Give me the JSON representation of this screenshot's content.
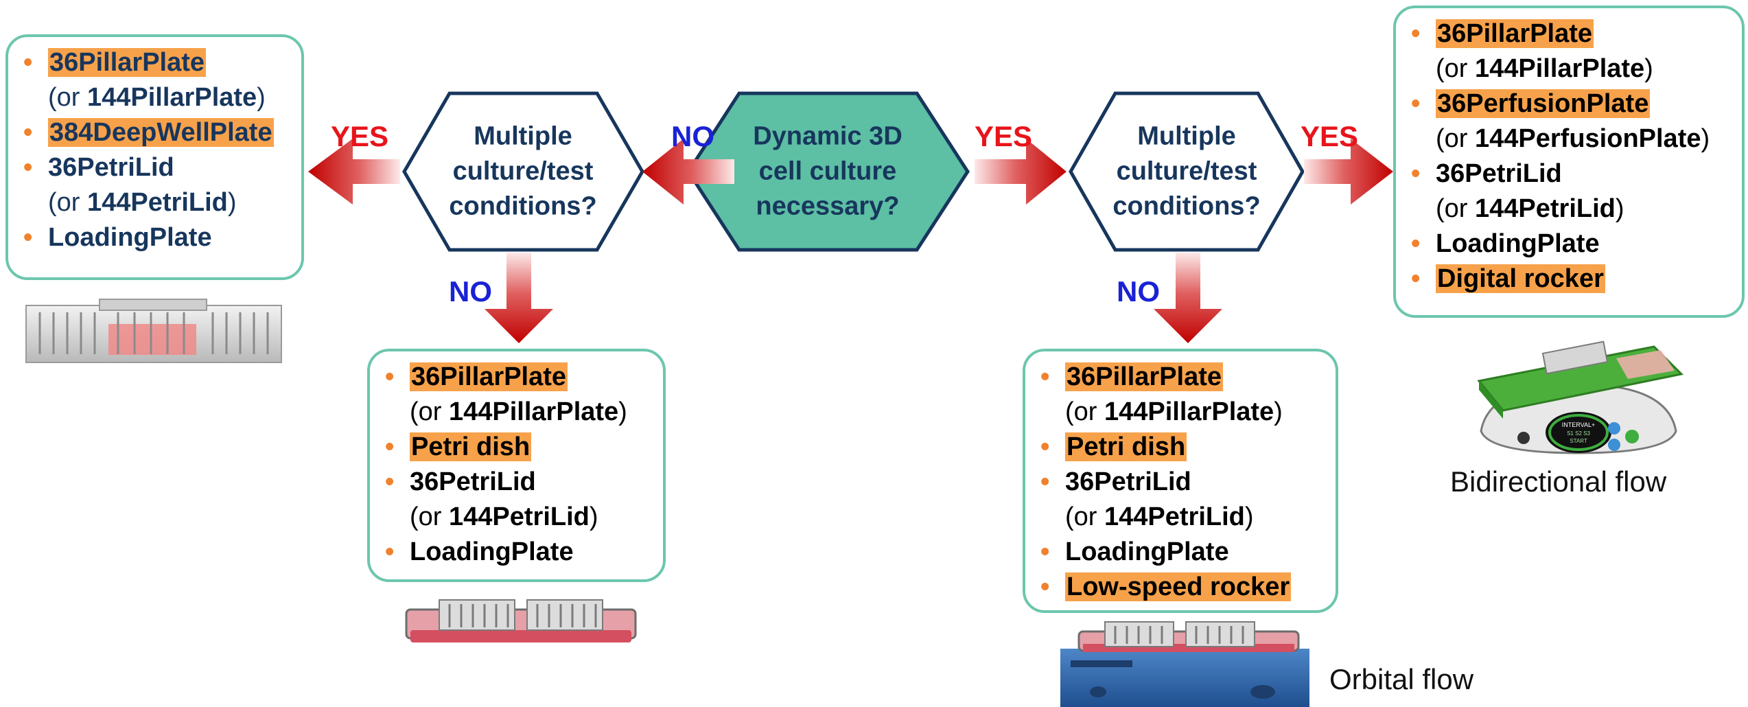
{
  "decision_center": {
    "line1": "Dynamic 3D",
    "line2": "cell culture",
    "line3": "necessary?"
  },
  "decision_left": {
    "line1": "Multiple",
    "line2": "culture/test",
    "line3": "conditions?"
  },
  "decision_right": {
    "line1": "Multiple",
    "line2": "culture/test",
    "line3": "conditions?"
  },
  "labels": {
    "center_no": "NO",
    "center_yes": "YES",
    "left_yes": "YES",
    "left_no": "NO",
    "right_yes": "YES",
    "right_no": "NO"
  },
  "colors": {
    "teal_fill": "#5dbfa4",
    "hex_border": "#17365d",
    "box_border": "#6cc6ad",
    "highlight": "#f7a24b",
    "arrow_red": "#c00000",
    "yes_text": "#e8141b",
    "no_text": "#1a22d6"
  },
  "box_far_left": {
    "items": [
      {
        "text": "36PillarPlate",
        "highlight": true,
        "sub_prefix": "(or ",
        "sub_bold": "144PillarPlate",
        "sub_suffix": ")"
      },
      {
        "text": "384DeepWellPlate",
        "highlight": true
      },
      {
        "text": "36PetriLid",
        "highlight": false,
        "sub_prefix": "(or ",
        "sub_bold": "144PetriLid",
        "sub_suffix": ")"
      },
      {
        "text": "LoadingPlate",
        "highlight": false
      }
    ]
  },
  "box_left_static": {
    "items": [
      {
        "text": "36PillarPlate",
        "highlight": true,
        "sub_prefix": "(or ",
        "sub_bold": "144PillarPlate",
        "sub_suffix": ")"
      },
      {
        "text": "Petri dish",
        "highlight": true
      },
      {
        "text": "36PetriLid",
        "highlight": false,
        "sub_prefix": "(or ",
        "sub_bold": "144PetriLid",
        "sub_suffix": ")"
      },
      {
        "text": "LoadingPlate",
        "highlight": false
      }
    ]
  },
  "box_orbital": {
    "items": [
      {
        "text": "36PillarPlate",
        "highlight": true,
        "sub_prefix": "(or ",
        "sub_bold": "144PillarPlate",
        "sub_suffix": ")"
      },
      {
        "text": "Petri dish",
        "highlight": true
      },
      {
        "text": "36PetriLid",
        "highlight": false,
        "sub_prefix": "(or ",
        "sub_bold": "144PetriLid",
        "sub_suffix": ")"
      },
      {
        "text": "LoadingPlate",
        "highlight": false
      },
      {
        "text": "Low-speed rocker",
        "highlight": true
      }
    ]
  },
  "box_bidirectional": {
    "items": [
      {
        "text": "36PillarPlate",
        "highlight": true,
        "sub_prefix": "(or ",
        "sub_bold": "144PillarPlate",
        "sub_suffix": ")"
      },
      {
        "text": "36PerfusionPlate",
        "highlight": true,
        "sub_prefix": "(or ",
        "sub_bold": "144PerfusionPlate",
        "sub_suffix": ")"
      },
      {
        "text": "36PetriLid",
        "highlight": false,
        "sub_prefix": "(or ",
        "sub_bold": "144PetriLid",
        "sub_suffix": ")"
      },
      {
        "text": "LoadingPlate",
        "highlight": false
      },
      {
        "text": "Digital rocker",
        "highlight": true
      }
    ]
  },
  "captions": {
    "bidirectional": "Bidirectional flow",
    "orbital": "Orbital flow"
  },
  "rocker_display": {
    "line1": "INTERVAL+",
    "line2": "S1 S2 S3",
    "line3": "START"
  }
}
